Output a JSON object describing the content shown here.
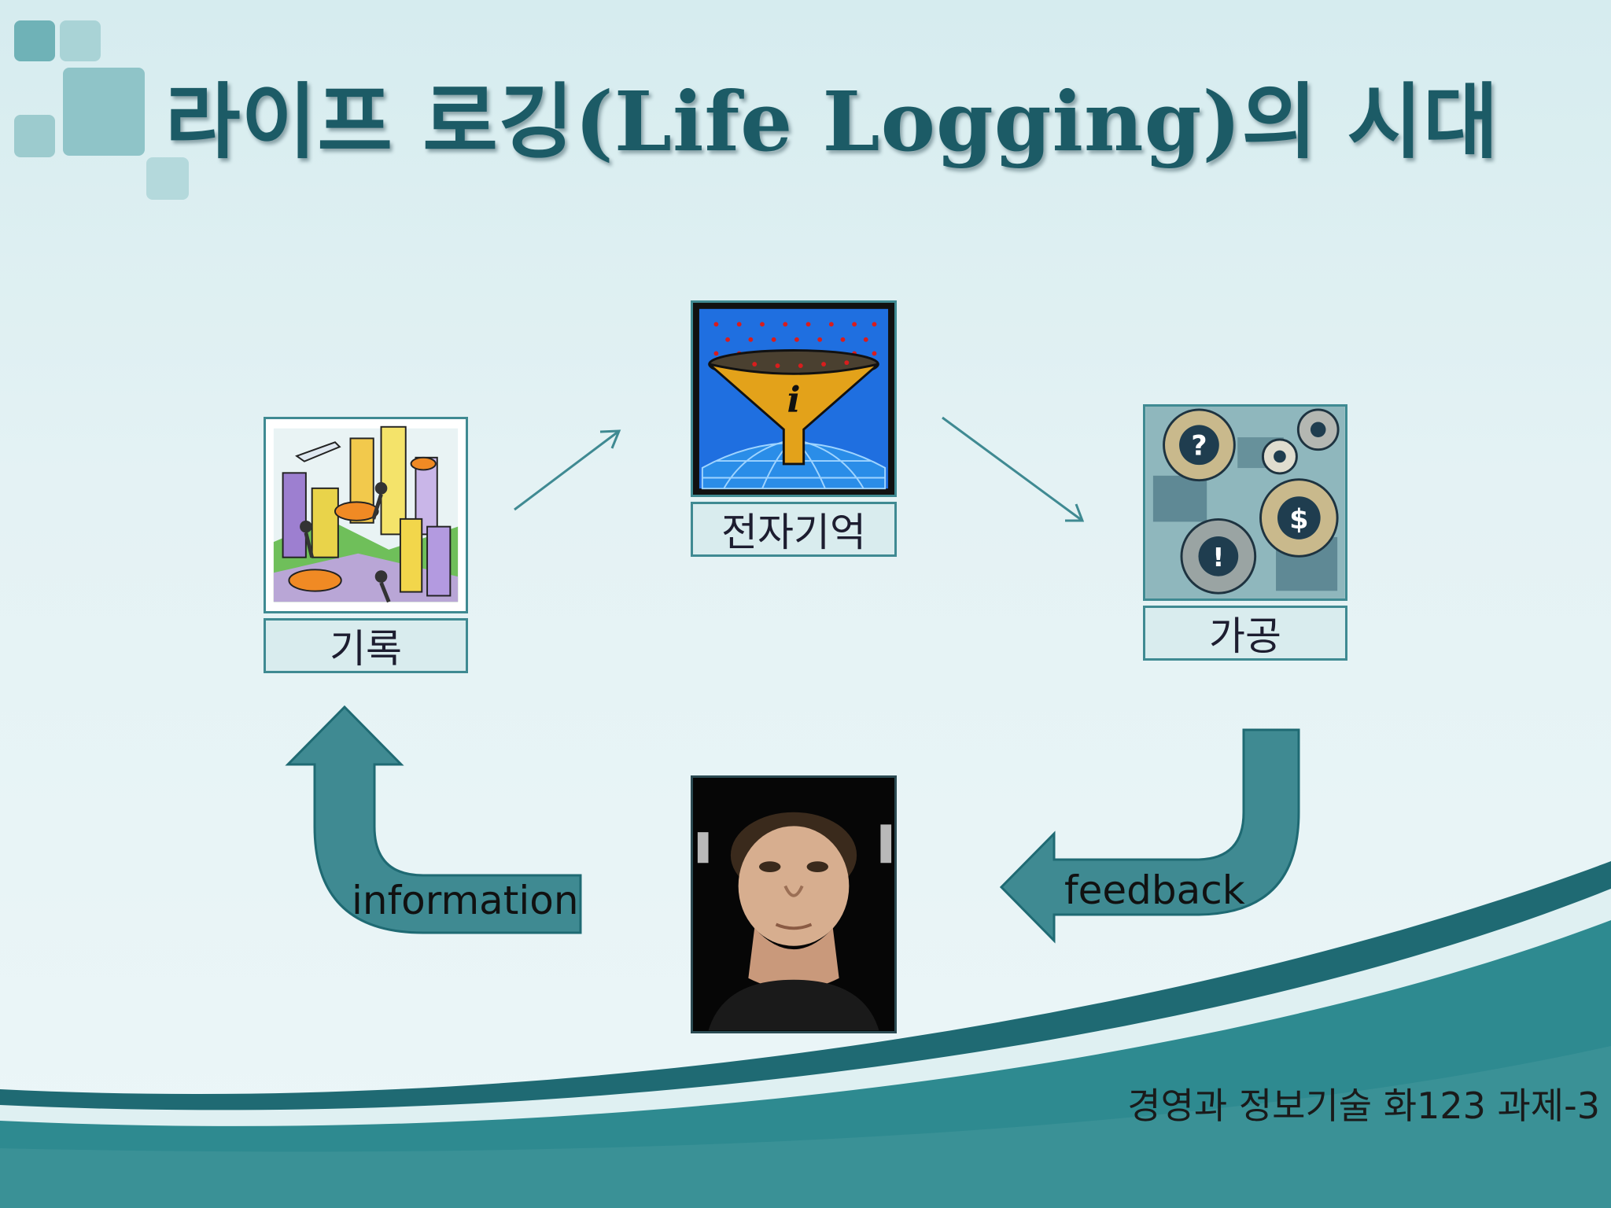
{
  "slide": {
    "title": "라이프 로깅(Life Logging)의 시대",
    "footer": "경영과 정보기술 화123 과제-3"
  },
  "diagram": {
    "nodes": [
      {
        "id": "record",
        "label": "기록",
        "icon": "city-people-clipart"
      },
      {
        "id": "electronic-memory",
        "label": "전자기억",
        "icon": "information-funnel-clipart"
      },
      {
        "id": "processing",
        "label": "가공",
        "icon": "gears-symbols-clipart"
      },
      {
        "id": "person",
        "label": "",
        "icon": "man-looking-up-photo"
      }
    ],
    "edges": [
      {
        "from": "record",
        "to": "electronic-memory",
        "label": ""
      },
      {
        "from": "electronic-memory",
        "to": "processing",
        "label": ""
      },
      {
        "from": "processing",
        "to": "person",
        "label": "feedback"
      },
      {
        "from": "person",
        "to": "record",
        "label": "information"
      }
    ]
  },
  "colors": {
    "title": "#1c5b66",
    "accent": "#3f8a92",
    "arrow_fill": "#3f8a92",
    "footer_band": "#2e7f86",
    "label_bg": "#d9ecee"
  }
}
